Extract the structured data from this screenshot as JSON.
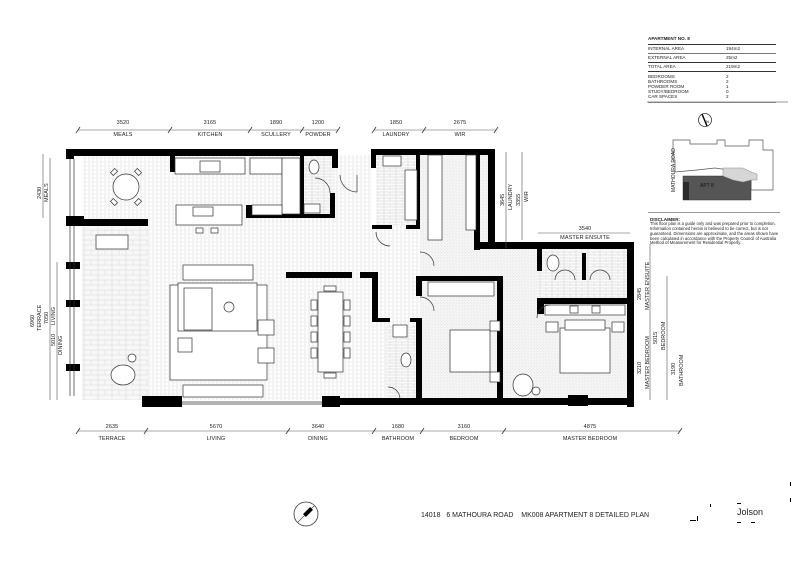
{
  "info_panel": {
    "title": "APARTMENT NO. 8",
    "areas": [
      {
        "label": "INTERNAL AREA",
        "value": "194m2"
      },
      {
        "label": "EXTERNAL AREA",
        "value": "25m2"
      },
      {
        "label": "TOTAL AREA",
        "value": "219m2"
      }
    ],
    "counts": [
      {
        "label": "BEDROOMS",
        "value": "2"
      },
      {
        "label": "BATHROOMS",
        "value": "2"
      },
      {
        "label": "POWDER ROOM",
        "value": "1"
      },
      {
        "label": "STUDY/BEDROOM",
        "value": "0"
      },
      {
        "label": "CAR SPACES",
        "value": "2"
      }
    ],
    "keyplan": {
      "road_label": "MATHOURA ROAD",
      "unit_label": "APT 8",
      "north_icon": "north-arrow-icon"
    },
    "disclaimer": {
      "heading": "DISCLAIMER:",
      "body": "This floor plan is a guide only and was prepared prior to completion. Information contained herein is believed to be correct, but is not guaranteed. Dimensions are approximate, and the areas shown have been calculated in accordance with the Property Council of Australia Method of Measurement for Residential Property."
    }
  },
  "dimensions": {
    "top": [
      {
        "value": "3520",
        "room": "MEALS"
      },
      {
        "value": "3165",
        "room": "KITCHEN"
      },
      {
        "value": "1890",
        "room": "SCULLERY"
      },
      {
        "value": "1200",
        "room": "POWDER"
      },
      {
        "value": "1850",
        "room": "LAUNDRY"
      },
      {
        "value": "2675",
        "room": "WIR"
      }
    ],
    "bottom": [
      {
        "value": "2635",
        "room": "TERRACE"
      },
      {
        "value": "5670",
        "room": "LIVING"
      },
      {
        "value": "3640",
        "room": "DINING"
      },
      {
        "value": "1680",
        "room": "BATHROOM"
      },
      {
        "value": "3160",
        "room": "BEDROOM"
      },
      {
        "value": "4875",
        "room": "MASTER BEDROOM"
      }
    ],
    "left": [
      {
        "value": "2430",
        "room": "MEALS"
      },
      {
        "value": "6960",
        "room": "TERRACE"
      },
      {
        "value": "7050",
        "room": "LIVING"
      },
      {
        "value": "5010",
        "room": "DINING"
      }
    ],
    "inner": [
      {
        "value": "3645",
        "room": "LAUNDRY"
      },
      {
        "value": "3355",
        "room": "WIR"
      },
      {
        "value": "3540",
        "room": "MASTER ENSUITE"
      }
    ],
    "right": [
      {
        "value": "2845",
        "room": "MASTER ENSUITE"
      },
      {
        "value": "3210",
        "room": "MASTER BEDROOM"
      },
      {
        "value": "5015",
        "room": "BEDROOM"
      },
      {
        "value": "3190",
        "room": "BATHROOM"
      }
    ]
  },
  "title_block": {
    "project_no": "14018",
    "address": "6 MATHOURA ROAD",
    "drawing": "MK008 APARTMENT 8 DETAILED PLAN",
    "logo": "Jolson",
    "scale_icon": "scale-stamp-icon"
  }
}
